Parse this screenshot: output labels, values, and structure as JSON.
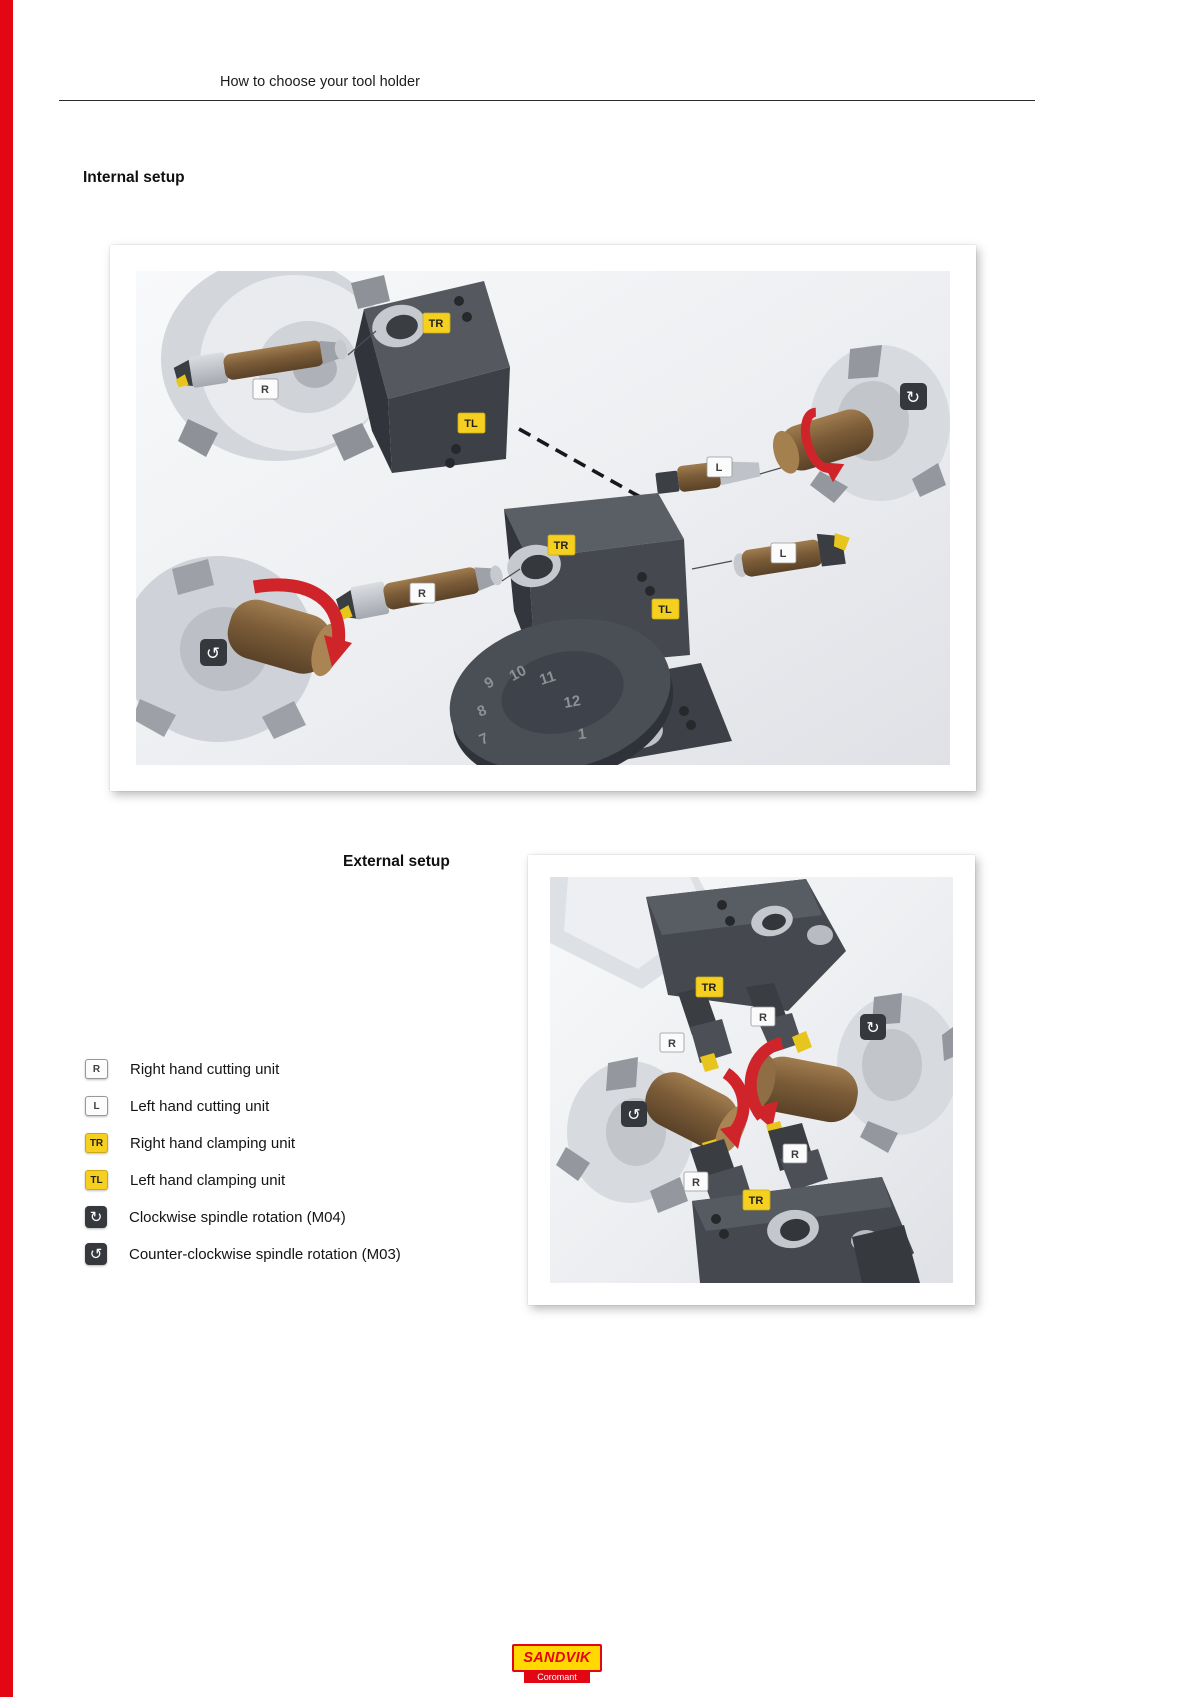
{
  "page": {
    "header_title": "How to choose your tool holder",
    "internal_heading": "Internal setup",
    "external_heading": "External setup"
  },
  "legend": {
    "items": [
      {
        "badge": "R",
        "label": "Right hand cutting unit"
      },
      {
        "badge": "L",
        "label": "Left hand cutting unit"
      },
      {
        "badge": "TR",
        "label": "Right hand clamping unit"
      },
      {
        "badge": "TL",
        "label": "Left hand clamping unit"
      },
      {
        "badge": "↻",
        "label": "Clockwise spindle rotation (M04)"
      },
      {
        "badge": "↺",
        "label": "Counter-clockwise spindle rotation (M03)"
      }
    ]
  },
  "internal_diagram": {
    "badges": {
      "top_tr": "TR",
      "top_r": "R",
      "top_tl": "TL",
      "adapter_l": "L",
      "mid_tr": "TR",
      "mid_r": "R",
      "mid_tl": "TL",
      "mid_l": "L"
    },
    "rotation_cw": "↻",
    "rotation_ccw": "↺",
    "turret_numbers": [
      "7",
      "8",
      "9",
      "10",
      "11",
      "12",
      "1"
    ]
  },
  "external_diagram": {
    "badges": {
      "top_tr": "TR",
      "left_r": "R",
      "right_r": "R",
      "bottom_left_r": "R",
      "bottom_right_r": "R",
      "bottom_tr": "TR"
    },
    "rotation_cw": "↻",
    "rotation_ccw": "↺"
  },
  "logo": {
    "brand": "SANDVIK",
    "sub": "Coromant"
  },
  "colors": {
    "accent_red": "#e30613",
    "badge_yellow": "#f6d021",
    "arrow_red": "#d0242b"
  }
}
